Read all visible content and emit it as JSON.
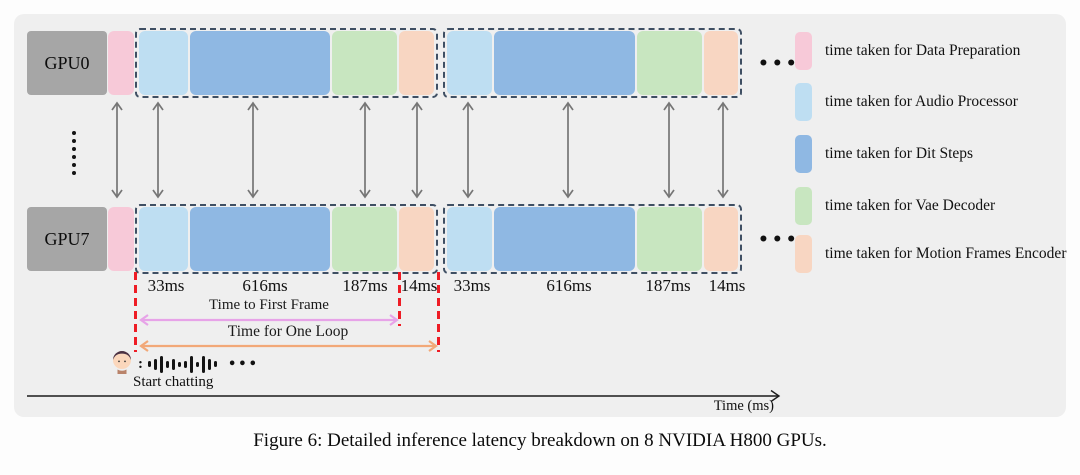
{
  "caption": "Figure 6: Detailed inference latency breakdown on 8 NVIDIA H800 GPUs.",
  "rows": [
    {
      "label": "GPU0"
    },
    {
      "label": "GPU7"
    }
  ],
  "row_ellipsis": "•••",
  "loops": [
    {
      "segments": [
        {
          "name": "Audio Processor",
          "duration": "33ms"
        },
        {
          "name": "Dit Steps",
          "duration": "616ms"
        },
        {
          "name": "Vae Decoder",
          "duration": "187ms"
        },
        {
          "name": "Motion Frames Encoder",
          "duration": "14ms"
        }
      ]
    },
    {
      "segments": [
        {
          "name": "Audio Processor",
          "duration": "33ms"
        },
        {
          "name": "Dit Steps",
          "duration": "616ms"
        },
        {
          "name": "Vae Decoder",
          "duration": "187ms"
        },
        {
          "name": "Motion Frames Encoder",
          "duration": "14ms"
        }
      ]
    }
  ],
  "annotations": {
    "time_to_first_frame": "Time to First Frame",
    "time_for_one_loop": "Time for One Loop",
    "axis_label": "Time (ms)"
  },
  "chat": {
    "colon": ":",
    "waveform_ellipsis": "•••",
    "start_label": "Start chatting"
  },
  "legend": [
    {
      "label": "time taken for Data Preparation",
      "color": "#f7c9d8"
    },
    {
      "label": "time taken for Audio Processor",
      "color": "#bedef2"
    },
    {
      "label": "time taken for Dit Steps",
      "color": "#8fb8e3"
    },
    {
      "label": "time taken for Vae Decoder",
      "color": "#c8e6c0"
    },
    {
      "label": "time taken for Motion Frames Encoder",
      "color": "#f8d6c2"
    }
  ],
  "colors": {
    "data_preparation": "#f7c9d8",
    "audio_processor": "#bedef2",
    "dit_steps": "#8fb8e3",
    "vae_decoder": "#c8e6c0",
    "motion_frames_encoder": "#f8d6c2",
    "dashed_box_border": "#3f4f63",
    "sync_arrow": "#767676",
    "red_marker": "#ee1c25",
    "first_frame_arrow": "#e7a3e8",
    "one_loop_arrow": "#f2a878",
    "gpu_box": "#a6a6a6",
    "panel_bg": "#efefef"
  }
}
